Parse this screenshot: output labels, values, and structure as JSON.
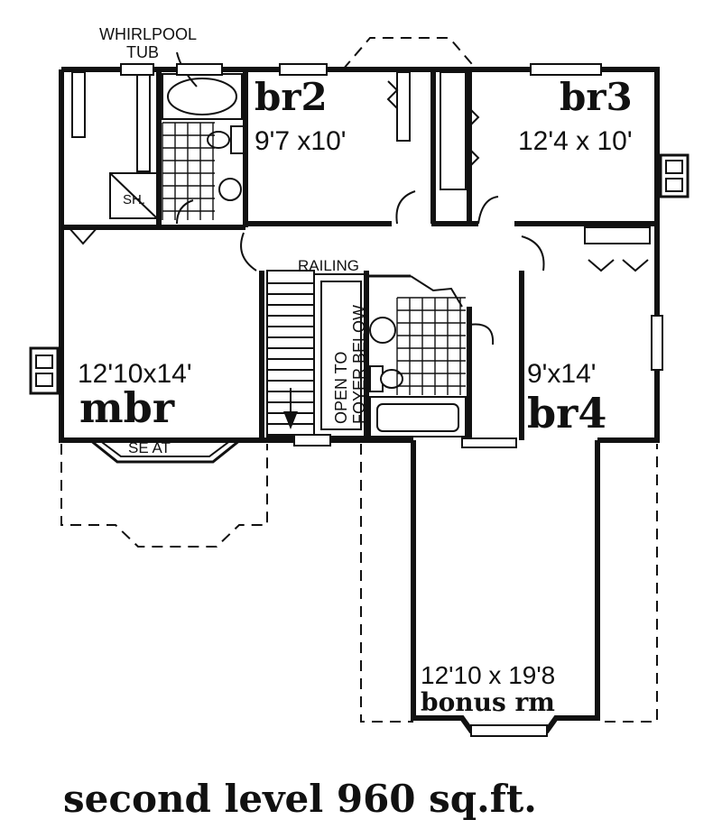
{
  "title": "second level 960 sq.ft.",
  "rooms": {
    "mbr": {
      "name": "mbr",
      "dims": "12'10x14'"
    },
    "br2": {
      "name": "br2",
      "dims": "9'7 x10'"
    },
    "br3": {
      "name": "br3",
      "dims": "12'4 x 10'"
    },
    "br4": {
      "name": "br4",
      "dims": "9'x14'"
    },
    "bonus": {
      "name": "bonus rm",
      "dims": "12'10 x 19'8"
    }
  },
  "labels": {
    "whirlpool_line1": "WHIRLPOOL",
    "whirlpool_line2": "TUB",
    "shower": "SH.",
    "railing": "RAILING",
    "open_line1": "OPEN TO",
    "open_line2": "FOYER BELOW",
    "seat": "SE AT"
  }
}
